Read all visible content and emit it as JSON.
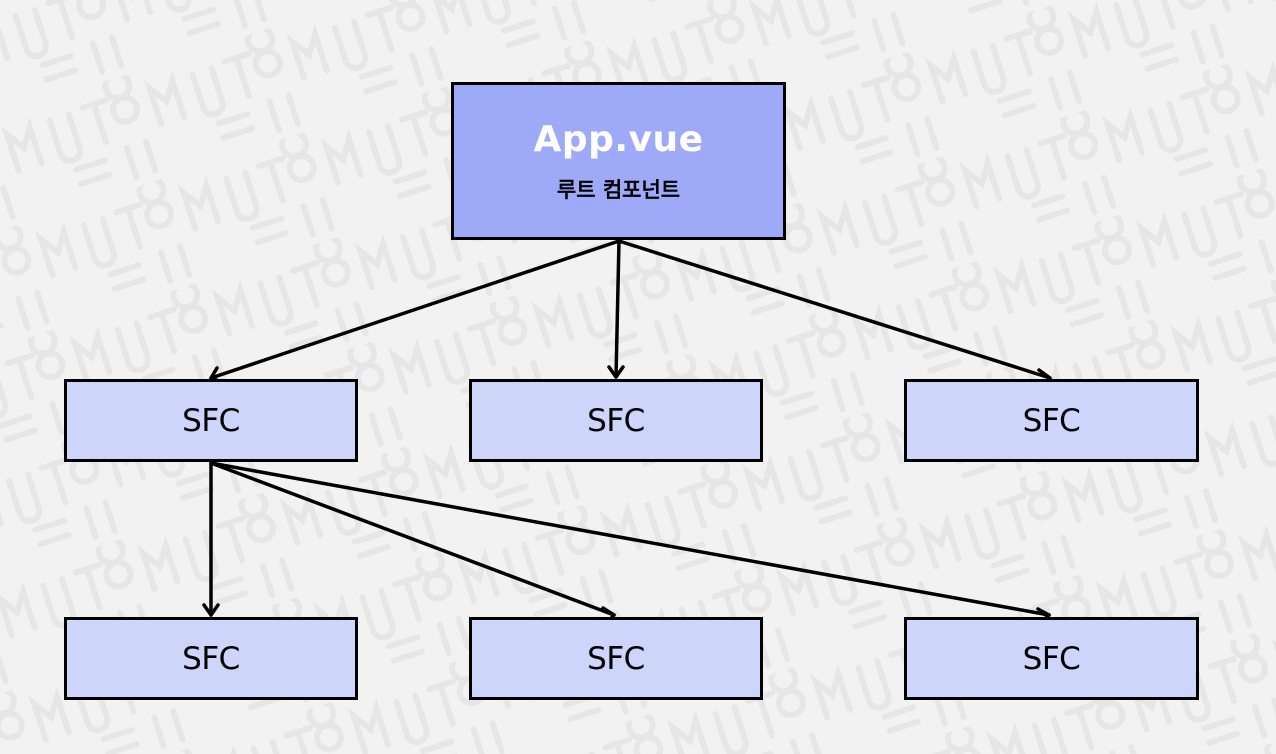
{
  "root": {
    "title": "App.vue",
    "subtitle": "루트 컴포넌트"
  },
  "children": [
    {
      "label": "SFC"
    },
    {
      "label": "SFC"
    },
    {
      "label": "SFC"
    }
  ],
  "grandchildren": [
    {
      "label": "SFC"
    },
    {
      "label": "SFC"
    },
    {
      "label": "SFC"
    }
  ],
  "colors": {
    "background": "#f2f2f2",
    "root_fill": "#9eaaf8",
    "node_fill": "#cdd5fa",
    "border": "#000000",
    "root_title": "#ffffff"
  }
}
